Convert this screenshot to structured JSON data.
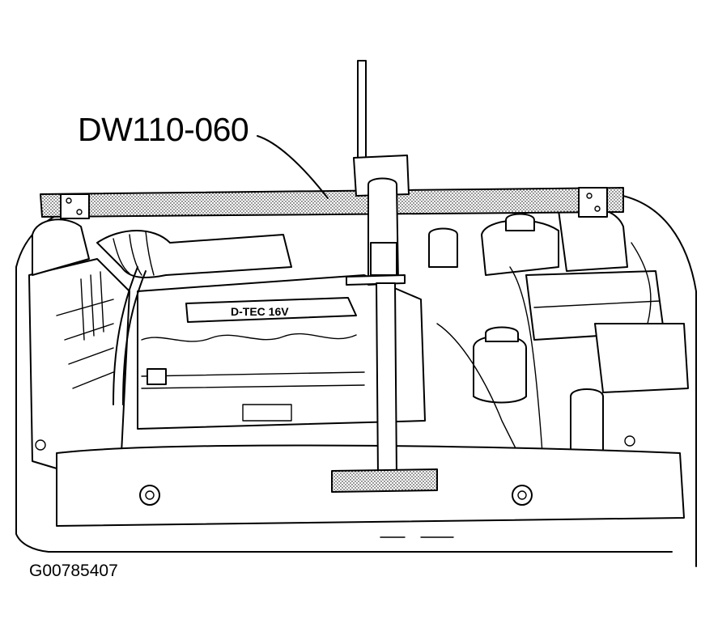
{
  "figure": {
    "callout_label": "DW110-060",
    "figure_id": "G00785407",
    "engine_cover_text": "D-TEC 16V"
  },
  "colors": {
    "ink": "#000000",
    "paper": "#ffffff"
  }
}
